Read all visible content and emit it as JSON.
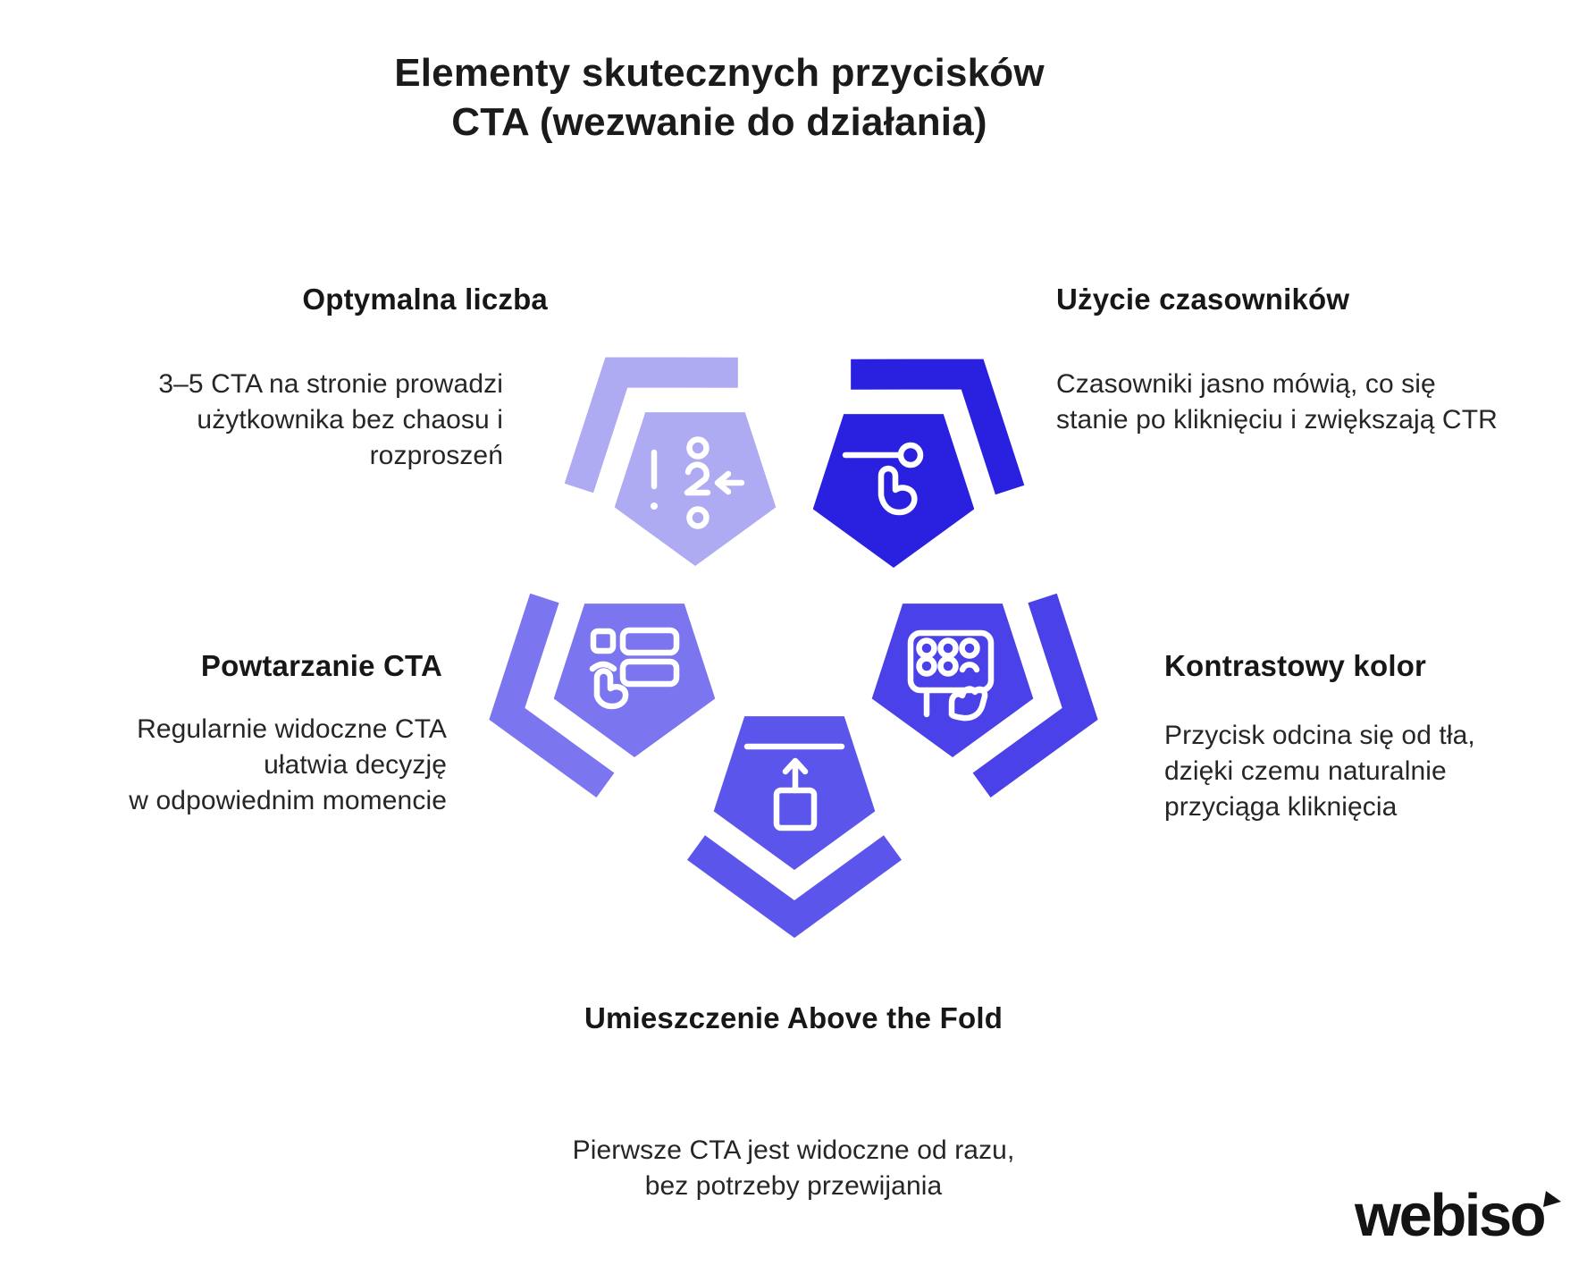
{
  "title": {
    "line1": "Elementy skutecznych przycisków",
    "line2": "CTA (wezwanie do działania)"
  },
  "items": [
    {
      "id": "optimal-count",
      "heading": "Optymalna liczba",
      "body": "3–5 CTA na stronie prowadzi\nużytkownika bez chaosu i rozproszeń",
      "color": "#aeabf2",
      "icon": "numbered-list-arrow-icon"
    },
    {
      "id": "verbs",
      "heading": "Użycie czasowników",
      "body": "Czasowniki jasno mówią, co się\nstanie po kliknięciu i zwiększają CTR",
      "color": "#2a21e0",
      "icon": "slider-tap-icon"
    },
    {
      "id": "repeat-cta",
      "heading": "Powtarzanie CTA",
      "body": "Regularnie widoczne CTA\nułatwia decyzję\nw odpowiednim momencie",
      "color": "#7b76ef",
      "icon": "list-tap-icon"
    },
    {
      "id": "contrast-color",
      "heading": "Kontrastowy kolor",
      "body": "Przycisk odcina się od tła,\ndzięki czemu naturalnie\nprzyciąga kliknięcia",
      "color": "#4a42e8",
      "icon": "palette-hand-icon"
    },
    {
      "id": "above-fold",
      "heading": "Umieszczenie Above the Fold",
      "body": "Pierwsze CTA jest widoczne od razu,\nbez potrzeby przewijania",
      "color": "#5c55ec",
      "icon": "move-up-icon"
    }
  ],
  "icon_stroke": "#ffffff",
  "logo": {
    "text": "webiso"
  }
}
